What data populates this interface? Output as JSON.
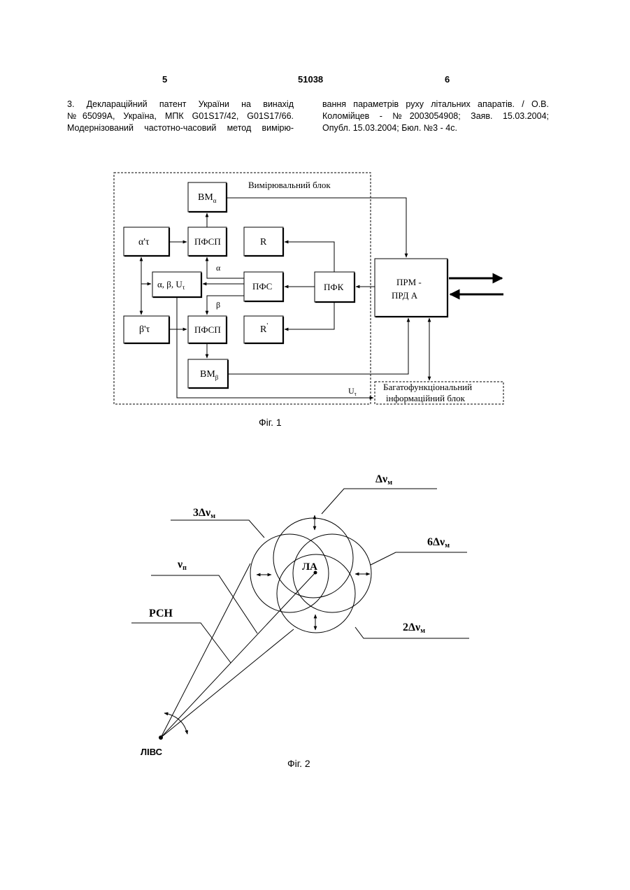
{
  "header": {
    "page_left": "5",
    "patent_number": "51038",
    "page_right": "6"
  },
  "references": {
    "left_lines": [
      "3. Деклараційний патент України на винахід",
      "№65099А, Україна, МПК G01S17/42, G01S17/66.",
      "Модернізований частотно-часовий метод вимірю-"
    ],
    "right_lines": [
      "вання параметрів руху літальних апаратів. / О.В.",
      "Коломійцев - №2003054908; Заяв. 15.03.2004;",
      "Опубл. 15.03.2004; Бюл. №3 - 4с."
    ]
  },
  "fig1": {
    "caption": "Фіг. 1",
    "measuring_block_label": "Вимірювальний блок",
    "blocks": {
      "bm_alpha": "ВМ",
      "bm_alpha_sub": "α",
      "alpha_tau": "α'τ",
      "pfsp_top": "ПФСП",
      "r_top": "R",
      "alpha_beta_u": "α, β, U",
      "alpha_beta_u_sub": "τ",
      "pfs": "ПФС",
      "pfk": "ПФК",
      "beta_tau": "β'τ",
      "pfsp_bottom": "ПФСП",
      "r_bottom": "R",
      "r_bottom_sup": "'",
      "bm_beta": "ВМ",
      "bm_beta_sub": "β",
      "prm_line1": "ПРМ -",
      "prm_line2": "ПРД  А",
      "info_line1": "Багатофункціональний",
      "info_line2": "інформаційний блок"
    },
    "signal_labels": {
      "alpha": "α",
      "beta": "β",
      "u": "U",
      "u_sub": "τ"
    }
  },
  "fig2": {
    "caption": "Фіг. 2",
    "labels": {
      "dnu": "Δν",
      "dnu_sub": "м",
      "three_dnu": "3Δν",
      "three_dnu_sub": "м",
      "six_dnu": "6Δν",
      "six_dnu_sub": "м",
      "two_dnu": "2Δν",
      "two_dnu_sub": "м",
      "nu_n": "ν",
      "nu_n_sub": "п",
      "rsn": "РСН",
      "la": "ЛА",
      "livs": "ЛІВС"
    }
  }
}
